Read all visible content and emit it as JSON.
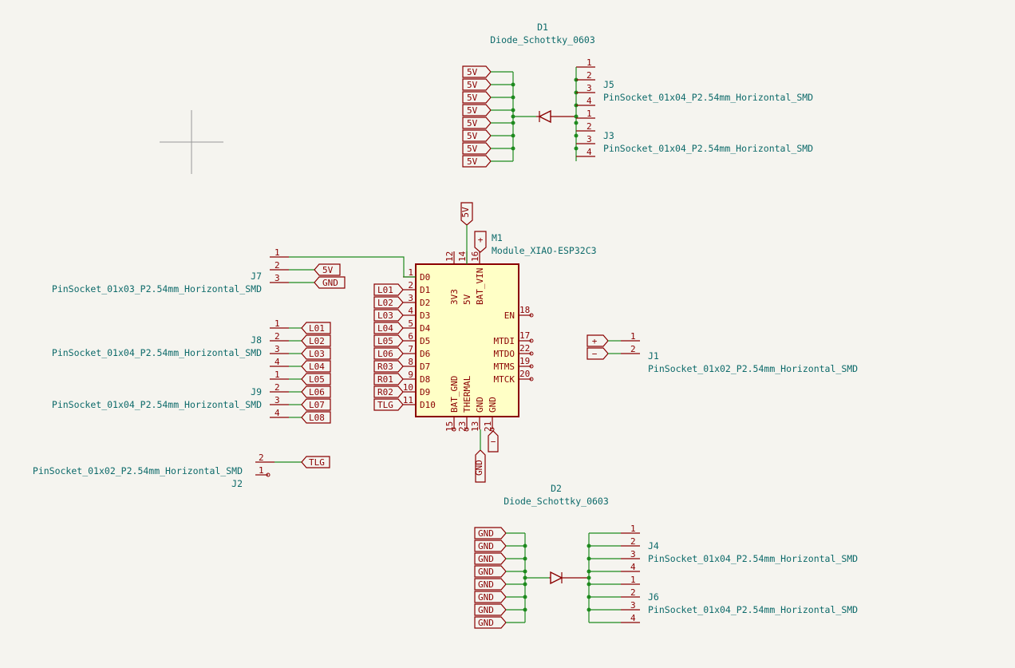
{
  "diodes": {
    "d1": {
      "ref": "D1",
      "value": "Diode_Schottky_0603"
    },
    "d2": {
      "ref": "D2",
      "value": "Diode_Schottky_0603"
    }
  },
  "connectors": {
    "j1": {
      "ref": "J1",
      "value": "PinSocket_01x02_P2.54mm_Horizontal_SMD"
    },
    "j2": {
      "ref": "J2",
      "value": "PinSocket_01x02_P2.54mm_Horizontal_SMD"
    },
    "j3": {
      "ref": "J3",
      "value": "PinSocket_01x04_P2.54mm_Horizontal_SMD"
    },
    "j4": {
      "ref": "J4",
      "value": "PinSocket_01x04_P2.54mm_Horizontal_SMD"
    },
    "j5": {
      "ref": "J5",
      "value": "PinSocket_01x04_P2.54mm_Horizontal_SMD"
    },
    "j6": {
      "ref": "J6",
      "value": "PinSocket_01x04_P2.54mm_Horizontal_SMD"
    },
    "j7": {
      "ref": "J7",
      "value": "PinSocket_01x03_P2.54mm_Horizontal_SMD"
    },
    "j8": {
      "ref": "J8",
      "value": "PinSocket_01x04_P2.54mm_Horizontal_SMD"
    },
    "j9": {
      "ref": "J9",
      "value": "PinSocket_01x04_P2.54mm_Horizontal_SMD"
    }
  },
  "module": {
    "ref": "M1",
    "value": "Module_XIAO-ESP32C3",
    "left_pins": [
      {
        "num": "1",
        "name": "D0"
      },
      {
        "num": "2",
        "name": "D1"
      },
      {
        "num": "3",
        "name": "D2"
      },
      {
        "num": "4",
        "name": "D3"
      },
      {
        "num": "5",
        "name": "D4"
      },
      {
        "num": "6",
        "name": "D5"
      },
      {
        "num": "7",
        "name": "D6"
      },
      {
        "num": "8",
        "name": "D7"
      },
      {
        "num": "9",
        "name": "D8"
      },
      {
        "num": "10",
        "name": "D9"
      },
      {
        "num": "11",
        "name": "D10"
      }
    ],
    "right_pins": [
      {
        "num": "18",
        "name": "EN"
      },
      {
        "num": "17",
        "name": "MTDI"
      },
      {
        "num": "22",
        "name": "MTDO"
      },
      {
        "num": "19",
        "name": "MTMS"
      },
      {
        "num": "20",
        "name": "MTCK"
      }
    ],
    "top_pins": [
      {
        "num": "12",
        "name": "3V3"
      },
      {
        "num": "14",
        "name": "5V"
      },
      {
        "num": "16",
        "name": "BAT_VIN"
      }
    ],
    "bottom_pins": [
      {
        "num": "15",
        "name": "BAT_GND"
      },
      {
        "num": "23",
        "name": "THERMAL"
      },
      {
        "num": "13",
        "name": "GND"
      },
      {
        "num": "21",
        "name": "GND"
      }
    ]
  },
  "labels": {
    "v5": "5V",
    "gnd": "GND",
    "plus": "+",
    "minus": "−",
    "tlg": "TLG",
    "left_labels": [
      "L01",
      "L02",
      "L03",
      "L04",
      "L05",
      "L06",
      "R03",
      "R01",
      "R02",
      "TLG"
    ],
    "j8_labels": [
      "L01",
      "L02",
      "L03",
      "L04"
    ],
    "j9_labels": [
      "L05",
      "L06",
      "L07",
      "L08"
    ]
  },
  "pin_numbers": {
    "p1": "1",
    "p2": "2",
    "p3": "3",
    "p4": "4"
  }
}
